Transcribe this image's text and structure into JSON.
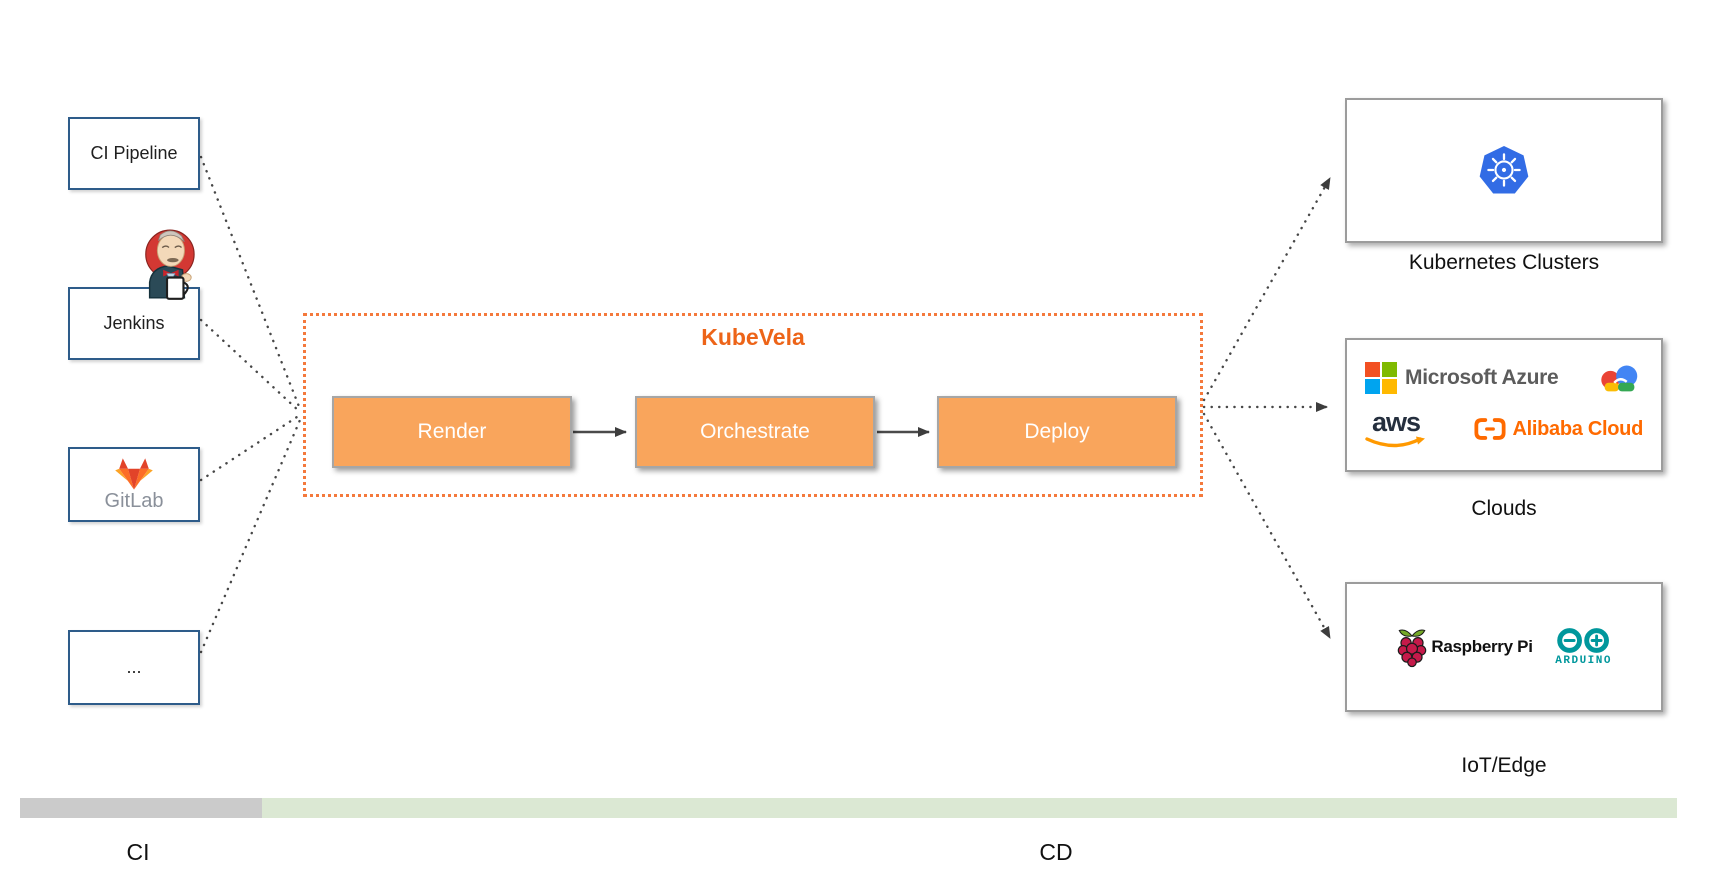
{
  "sources": [
    {
      "label": "CI Pipeline"
    },
    {
      "label": "Jenkins",
      "icon": "jenkins-butler-icon"
    },
    {
      "label": "GitLab",
      "icon": "gitlab-fox-icon"
    },
    {
      "label": "..."
    }
  ],
  "kubevela": {
    "title": "KubeVela",
    "stages": [
      {
        "label": "Render"
      },
      {
        "label": "Orchestrate"
      },
      {
        "label": "Deploy"
      }
    ]
  },
  "targets": {
    "kubernetes": {
      "label": "Kubernetes Clusters",
      "icon": "kubernetes-icon"
    },
    "clouds": {
      "label": "Clouds",
      "azure": "Microsoft Azure",
      "google_cloud_icon": "google-cloud-icon",
      "aws": "aws",
      "alibaba": "Alibaba Cloud"
    },
    "iot": {
      "label": "IoT/Edge",
      "raspberry": "Raspberry Pi",
      "arduino": "ARDUINO"
    }
  },
  "phases": {
    "ci": "CI",
    "cd": "CD"
  },
  "colors": {
    "accent_orange": "#ed6418",
    "stage_fill": "#f9a55c",
    "dotted_border_orange": "#f4793c",
    "source_border_blue": "#2e5c8a",
    "ci_bar_gray": "#cbcbcb",
    "cd_bar_green": "#dbe8d3",
    "kubernetes_blue": "#326ce5",
    "gitlab_red": "#e24329",
    "gitlab_orange": "#fc6d26",
    "gitlab_yellow": "#fca326",
    "aws_navy": "#252f3e",
    "aws_smile_orange": "#ff9900",
    "alibaba_orange": "#ff6a00",
    "arduino_teal": "#00979c",
    "raspberry_red": "#c51a4a",
    "raspberry_leaf_green": "#75a928"
  }
}
